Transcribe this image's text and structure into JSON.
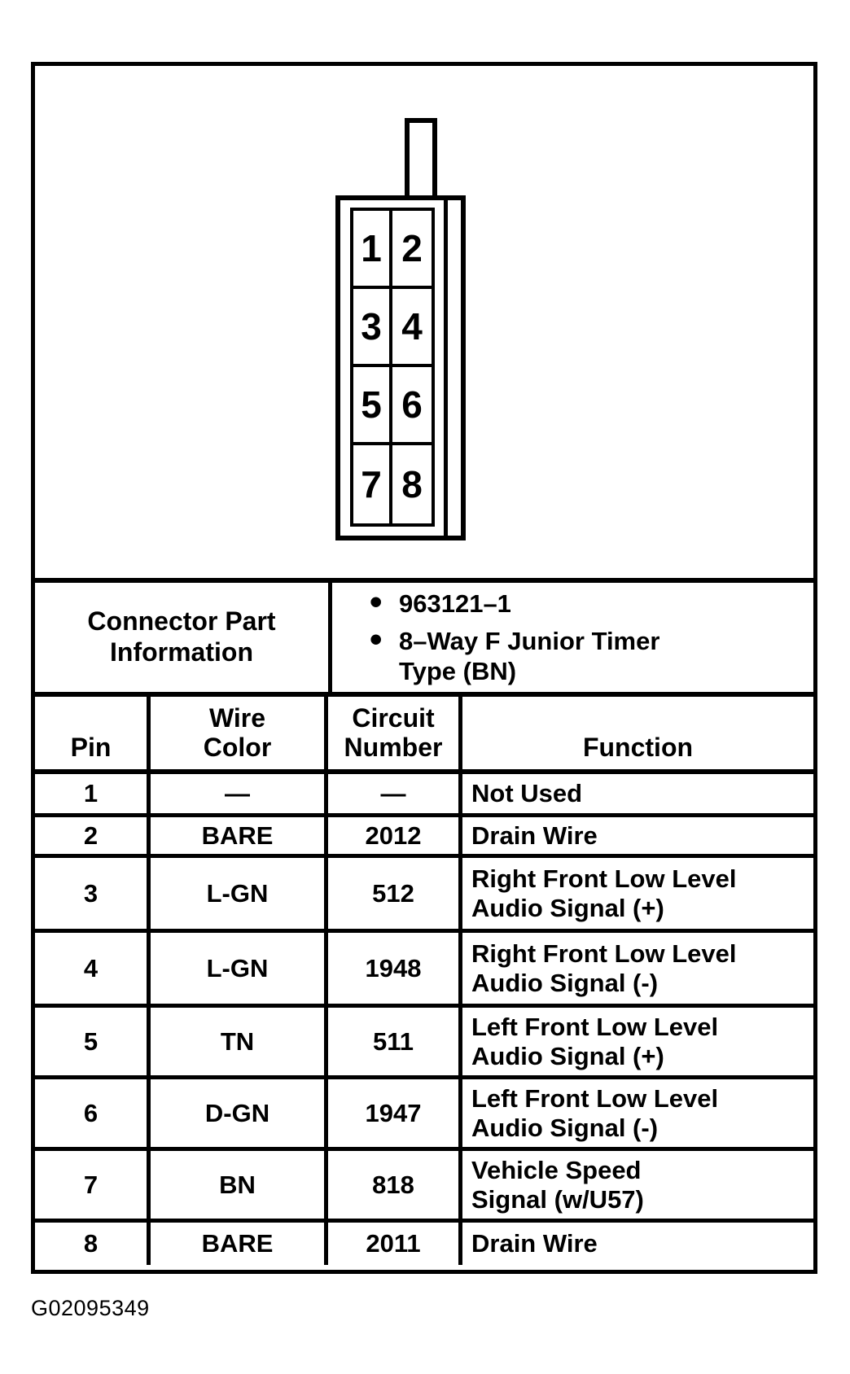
{
  "colors": {
    "ink": "#000000",
    "paper": "#ffffff"
  },
  "connector": {
    "pins": [
      "1",
      "2",
      "3",
      "4",
      "5",
      "6",
      "7",
      "8"
    ]
  },
  "info": {
    "label": "Connector Part\nInformation",
    "bullet_glyph": "•",
    "bullets": [
      "963121–1",
      "8–Way F Junior Timer\nType (BN)"
    ]
  },
  "pin_table": {
    "headers": {
      "pin": "Pin",
      "wire_color": "Wire\nColor",
      "circuit": "Circuit\nNumber",
      "function": "Function"
    },
    "rows": [
      {
        "pin": "1",
        "wire_color": "—",
        "circuit": "—",
        "function": "Not Used"
      },
      {
        "pin": "2",
        "wire_color": "BARE",
        "circuit": "2012",
        "function": "Drain Wire"
      },
      {
        "pin": "3",
        "wire_color": "L-GN",
        "circuit": "512",
        "function": "Right Front Low Level\nAudio Signal (+)"
      },
      {
        "pin": "4",
        "wire_color": "L-GN",
        "circuit": "1948",
        "function": "Right Front Low Level\nAudio Signal (-)"
      },
      {
        "pin": "5",
        "wire_color": "TN",
        "circuit": "511",
        "function": "Left Front Low Level\nAudio Signal (+)"
      },
      {
        "pin": "6",
        "wire_color": "D-GN",
        "circuit": "1947",
        "function": "Left Front Low Level\nAudio Signal (-)"
      },
      {
        "pin": "7",
        "wire_color": "BN",
        "circuit": "818",
        "function": "Vehicle Speed\nSignal (w/U57)"
      },
      {
        "pin": "8",
        "wire_color": "BARE",
        "circuit": "2011",
        "function": "Drain Wire"
      }
    ]
  },
  "footer": {
    "figure_id": "G02095349"
  }
}
